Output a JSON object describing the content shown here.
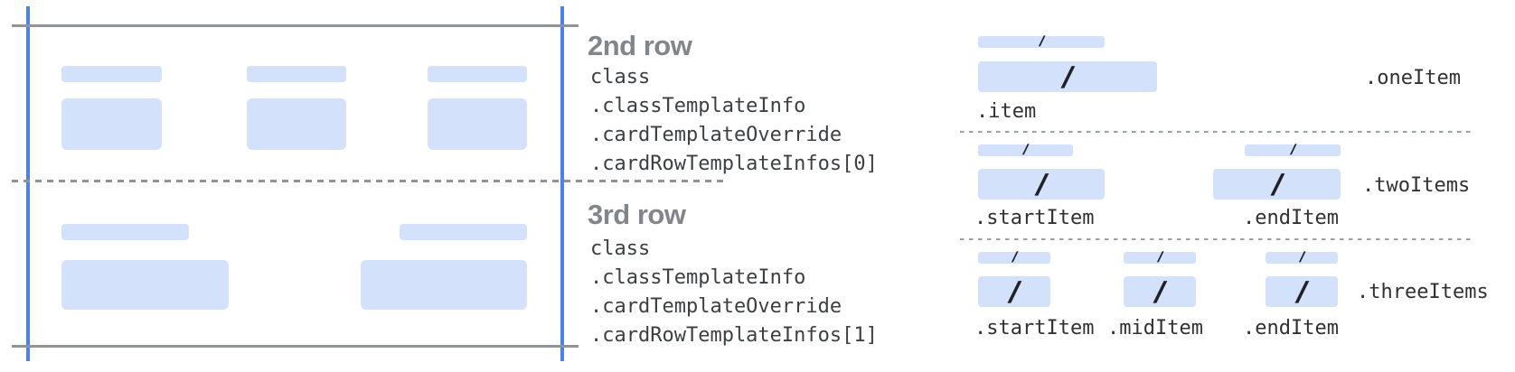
{
  "card_annotations": {
    "row2": {
      "heading": "2nd row",
      "code_lines": [
        "class",
        ".classTemplateInfo",
        ".cardTemplateOverride",
        ".cardRowTemplateInfos[0]"
      ]
    },
    "row3": {
      "heading": "3rd row",
      "code_lines": [
        "class",
        ".classTemplateInfo",
        ".cardTemplateOverride",
        ".cardRowTemplateInfos[1]"
      ]
    }
  },
  "item_layouts": {
    "placeholder_glyph": "/",
    "one": {
      "container_label": ".oneItem",
      "item_labels": [
        ".item"
      ]
    },
    "two": {
      "container_label": ".twoItems",
      "item_labels": [
        ".startItem",
        ".endItem"
      ]
    },
    "three": {
      "container_label": ".threeItems",
      "item_labels": [
        ".startItem",
        ".midItem",
        ".endItem"
      ]
    }
  },
  "colors": {
    "placeholder_fill": "#d4e1fb",
    "guide_blue": "#4a80ef",
    "edge_line_gray": "#8f9499",
    "separator_gray": "#9aa0a6",
    "heading_gray": "#80868b",
    "code_text": "#3c4043",
    "slash_glyph": "#202124"
  }
}
